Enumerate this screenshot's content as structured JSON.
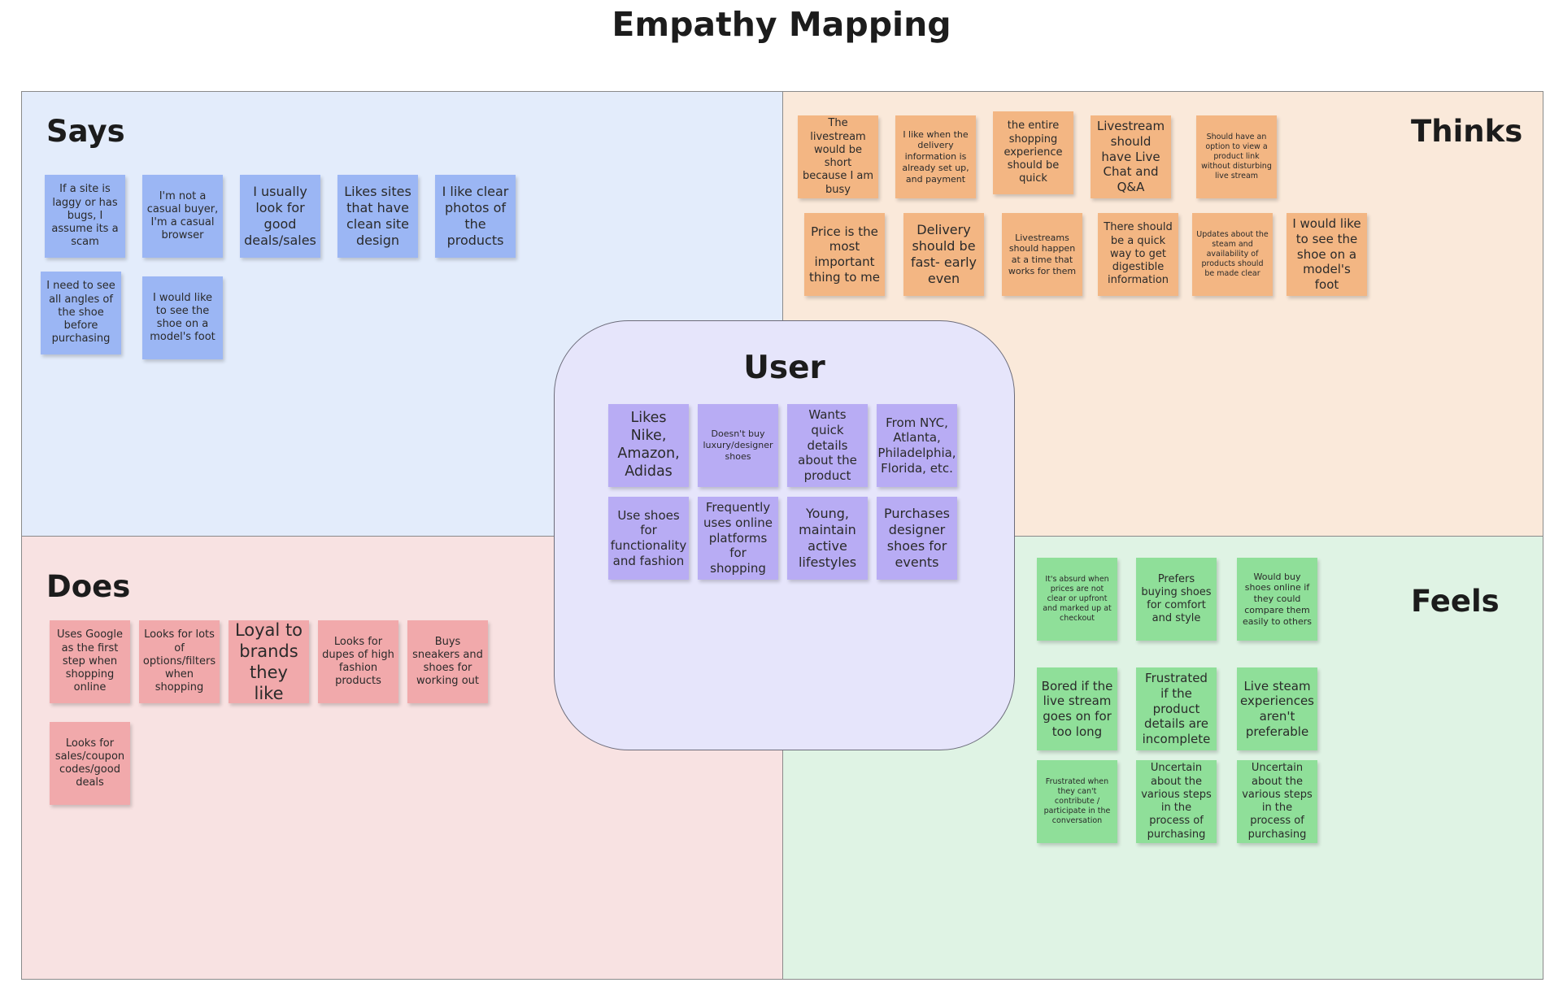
{
  "title": "Empathy Mapping",
  "colors": {
    "says_bg": "#e3ecfb",
    "thinks_bg": "#fae9da",
    "does_bg": "#f8e2e2",
    "feels_bg": "#dff3e4",
    "user_bg": "#e6e5fb",
    "note_blue": "#9bb6f4",
    "note_orange": "#f3b683",
    "note_purple": "#b8acf4",
    "note_red": "#f1a9ab",
    "note_green": "#8fdf99"
  },
  "says": {
    "label": "Says",
    "notes": [
      "If a site is laggy or has bugs, I assume its a scam",
      "I'm not a casual buyer, I'm a casual browser",
      "I usually look for good deals/sales",
      "Likes sites that have clean site design",
      "I like clear photos of the products",
      "I need to see all angles of the shoe before purchasing",
      "I would like to see the shoe on a model's foot"
    ]
  },
  "thinks": {
    "label": "Thinks",
    "notes": [
      "The livestream would be short because I am busy",
      "I like when the delivery information is already set up, and payment",
      "the entire shopping experience should be quick",
      "Livestream should have Live Chat and Q&A",
      "Should have an option to view a product link without disturbing live stream",
      "Price is the most important thing to me",
      "Delivery should be fast- early even",
      "Livestreams should happen at a time that works for them",
      "There should be a quick way to get digestible information",
      "Updates about the steam and availability of products should be made clear",
      "I would like to see the shoe on a model's foot"
    ]
  },
  "user": {
    "label": "User",
    "notes": [
      "Likes Nike, Amazon, Adidas",
      "Doesn't buy luxury/designer shoes",
      "Wants quick details about the product",
      "From NYC, Atlanta, Philadelphia, Florida, etc.",
      "Use shoes for functionality and fashion",
      "Frequently uses online platforms for shopping",
      "Young, maintain active lifestyles",
      "Purchases designer shoes for events"
    ]
  },
  "does": {
    "label": "Does",
    "notes": [
      "Uses Google as the first step when shopping online",
      "Looks for lots of options/filters when shopping",
      "Loyal to brands they like",
      "Looks for dupes of high fashion products",
      "Buys sneakers and shoes for working out",
      "Looks for sales/coupon codes/good deals"
    ]
  },
  "feels": {
    "label": "Feels",
    "notes": [
      "It's absurd when prices are not clear or upfront and marked up at checkout",
      "Prefers buying shoes for comfort and style",
      "Would buy shoes online if they could compare them easily to others",
      "Bored if the live stream goes on for too long",
      "Frustrated if the product details are incomplete",
      "Live steam experiences aren't preferable",
      "Frustrated when they can't contribute / participate in the conversation",
      "Uncertain about the various steps in the process of purchasing",
      "Uncertain about the various steps in the process of purchasing"
    ]
  }
}
